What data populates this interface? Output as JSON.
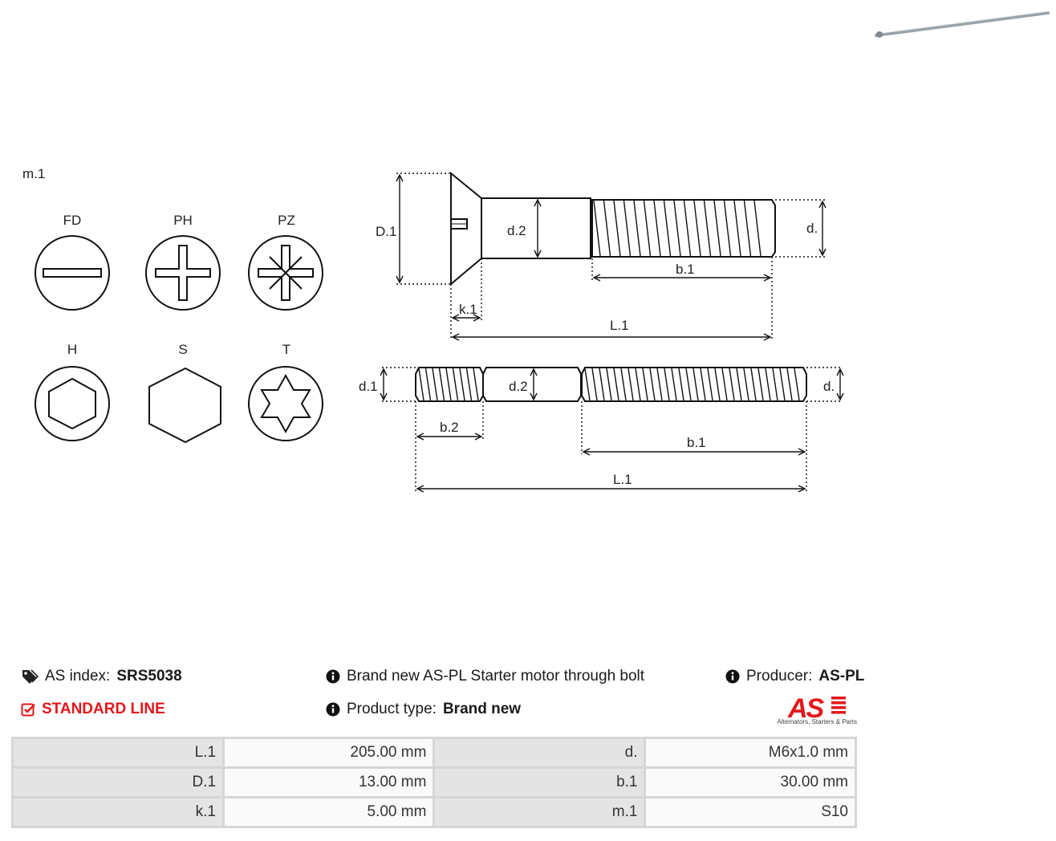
{
  "drive_label": "m.1",
  "drive_types": [
    "FD",
    "PH",
    "PZ",
    "H",
    "S",
    "T"
  ],
  "dimension_labels": {
    "D1": "D.1",
    "d2": "d.2",
    "d": "d.",
    "b1": "b.1",
    "k1": "k.1",
    "L1": "L.1",
    "d1": "d.1",
    "b2": "b.2"
  },
  "info": {
    "as_index_label": "AS index:",
    "as_index_value": "SRS5038",
    "line": "STANDARD LINE",
    "description": "Brand new AS-PL Starter motor through bolt",
    "product_type_label": "Product type:",
    "product_type_value": "Brand new",
    "producer_label": "Producer:",
    "producer_value": "AS-PL"
  },
  "logo": {
    "mark": "AS",
    "tagline": "Alternators, Starters & Parts",
    "color": "#e3161b"
  },
  "specs": [
    [
      "L.1",
      "205.00 mm",
      "d.",
      "M6x1.0 mm"
    ],
    [
      "D.1",
      "13.00 mm",
      "b.1",
      "30.00 mm"
    ],
    [
      "k.1",
      "5.00 mm",
      "m.1",
      "S10"
    ]
  ]
}
